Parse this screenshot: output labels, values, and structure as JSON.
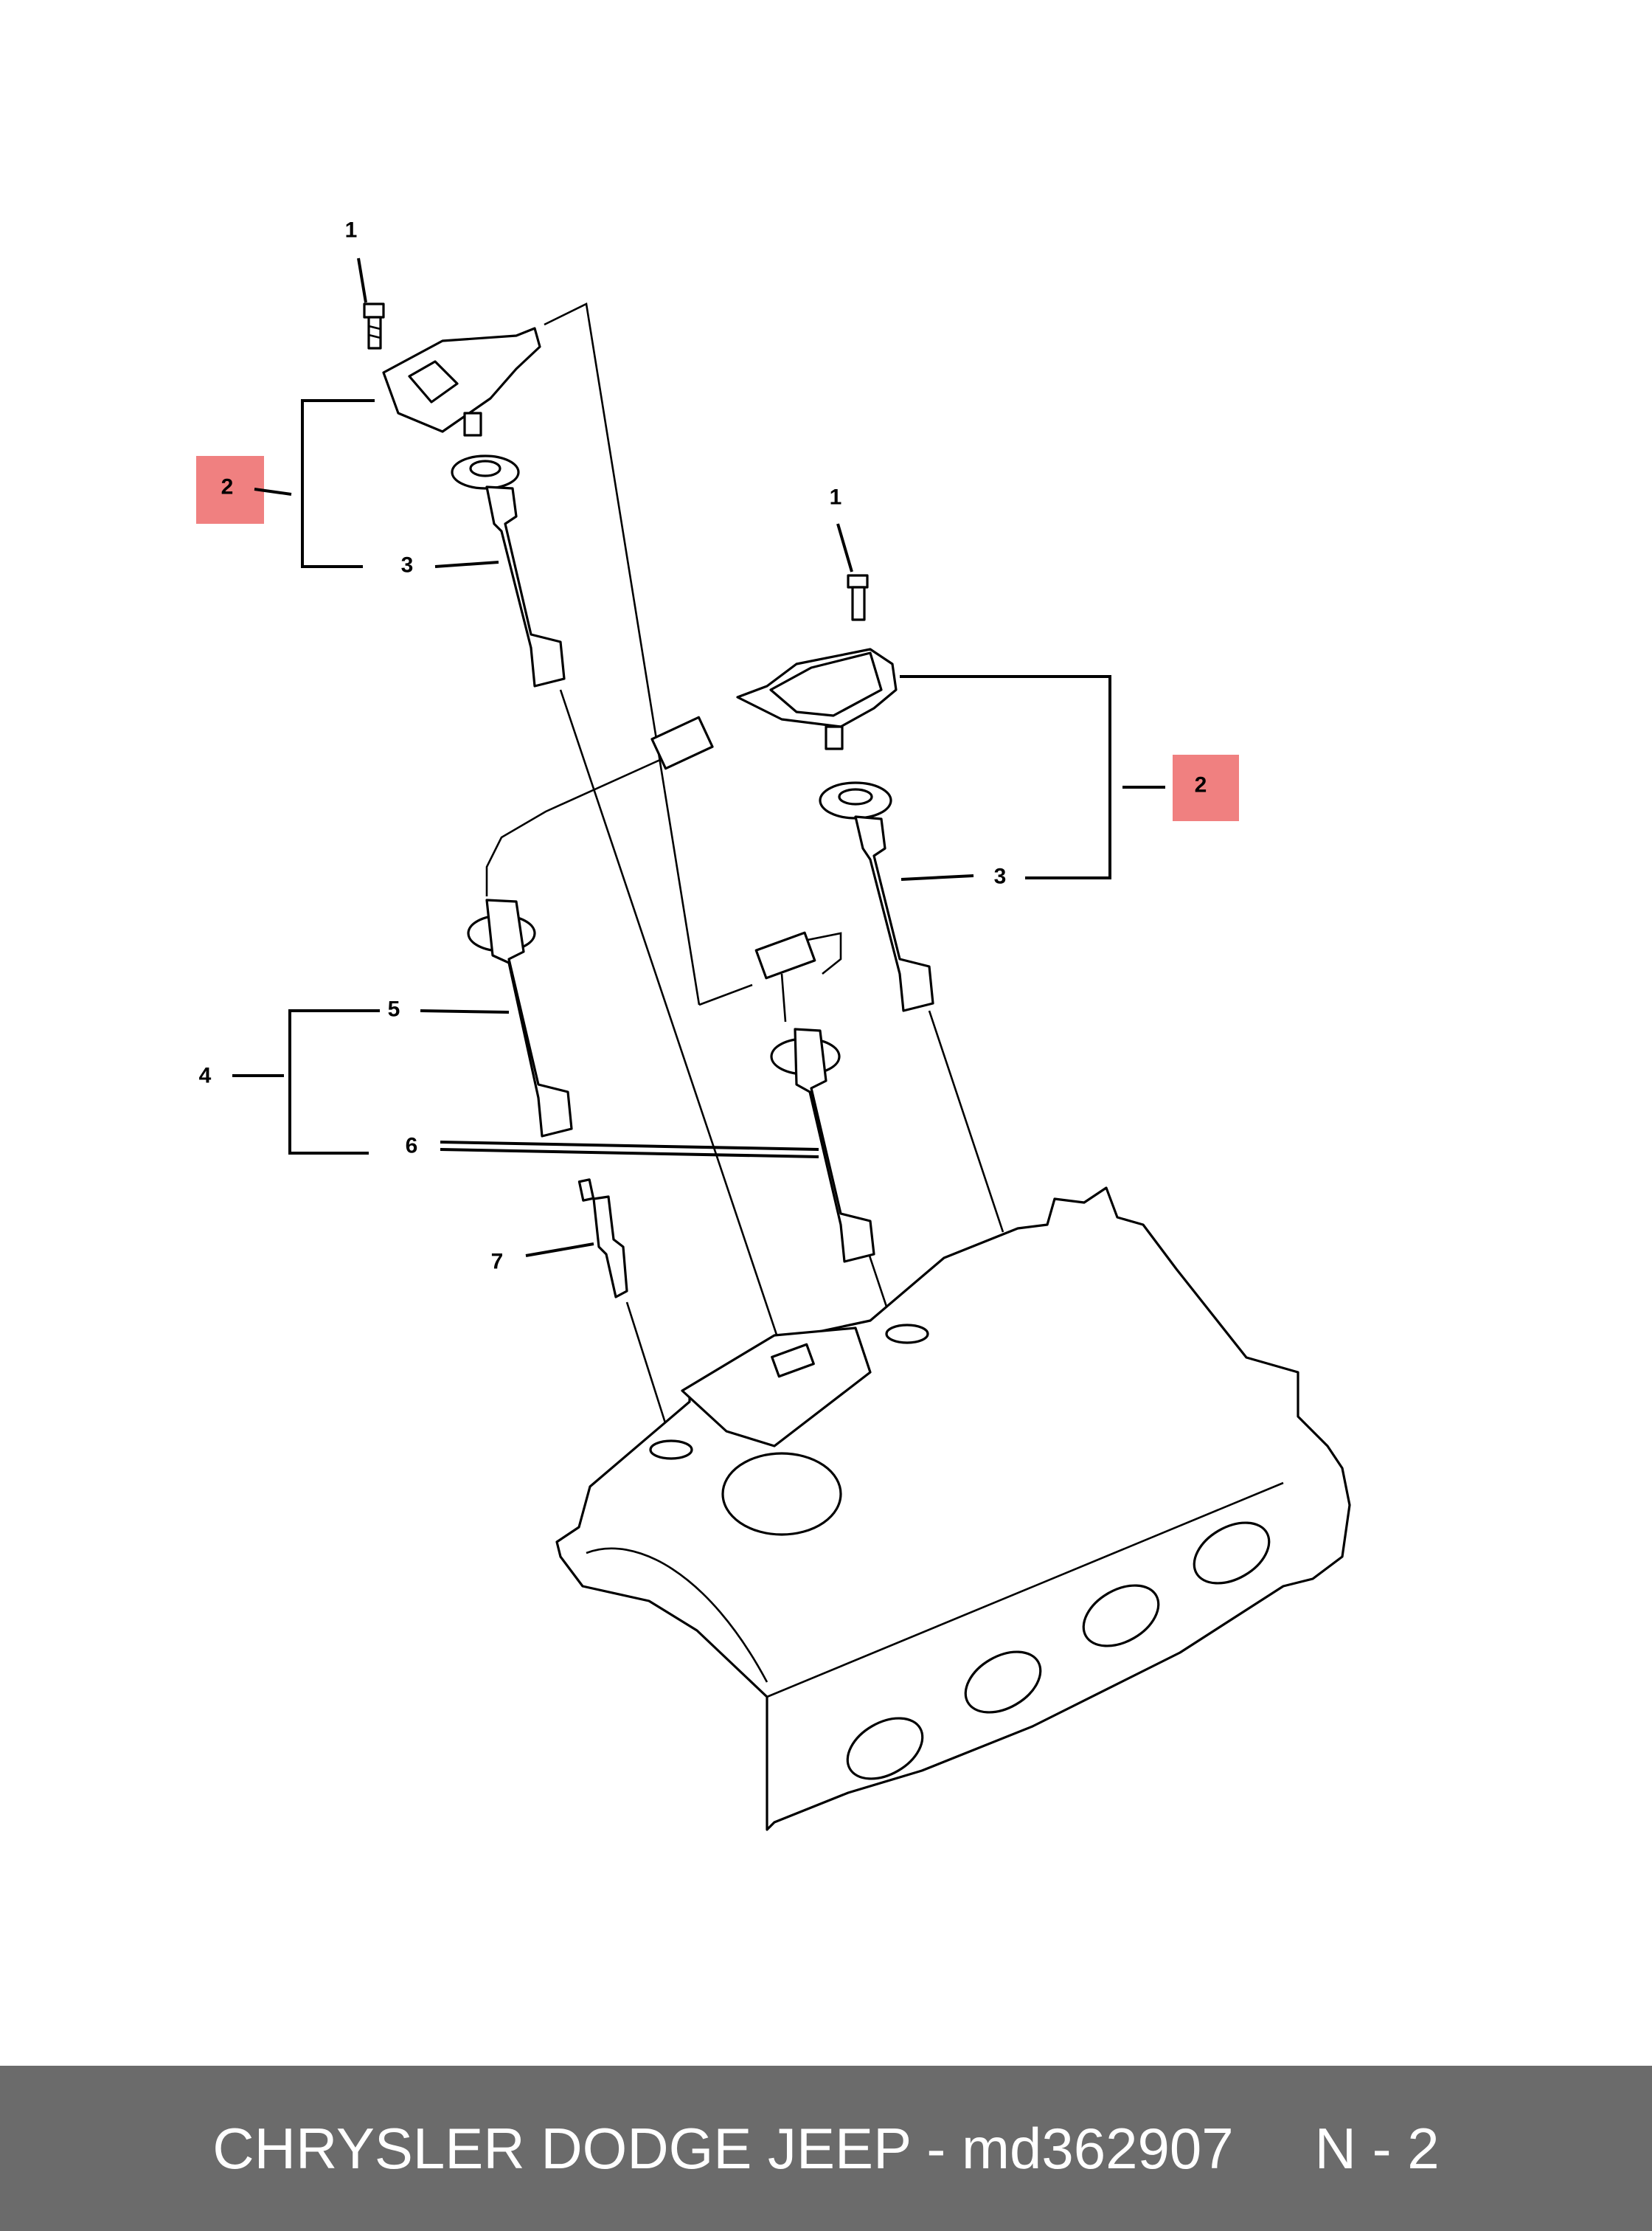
{
  "callouts": {
    "c1a": "1",
    "c1b": "1",
    "c2a": "2",
    "c2b": "2",
    "c3a": "3",
    "c3b": "3",
    "c4": "4",
    "c5": "5",
    "c6": "6",
    "c7": "7"
  },
  "highlight_color": "#f08080",
  "footer": {
    "brand_part": "CHRYSLER DODGE JEEP - md362907",
    "page_code": "N - 2"
  }
}
